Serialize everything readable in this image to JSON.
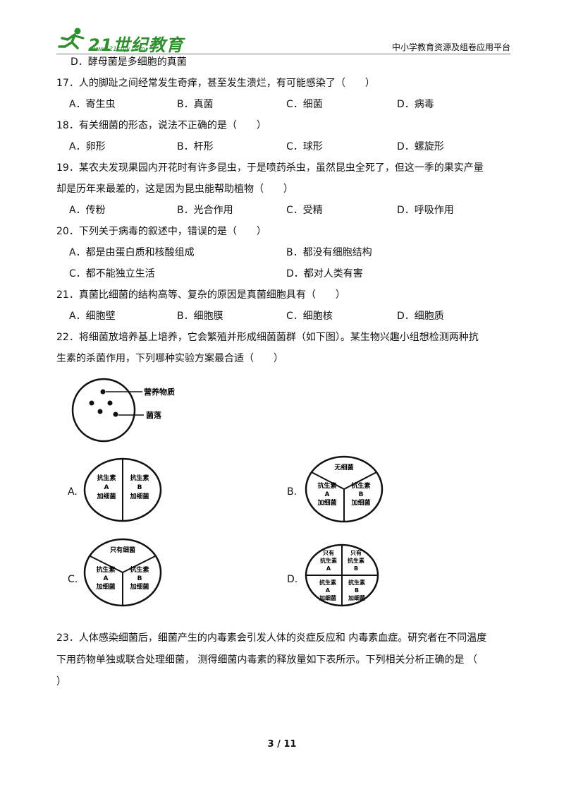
{
  "header": {
    "logo_text": "21世纪教育",
    "logo_url": "www.21cnjy.com",
    "platform": "中小学教育资源及组卷应用平台"
  },
  "q16_tail": {
    "option_d": "D．酵母菌是多细胞的真菌"
  },
  "q17": {
    "stem": "17．人的脚趾之间经常发生奇痒，甚至发生溃烂，有可能感染了（　　）",
    "options": [
      "A．寄生虫",
      "B．真菌",
      "C．细菌",
      "D．病毒"
    ]
  },
  "q18": {
    "stem": "18．有关细菌的形态，说法不正确的是（　　）",
    "options": [
      "A．卵形",
      "B．杆形",
      "C．球形",
      "D．螺旋形"
    ]
  },
  "q19": {
    "stem_line1": "19．某农夫发现果园内开花时有许多昆虫，于是喷药杀虫，虽然昆虫全死了，但这一季的果实产量",
    "stem_line2": "却是历年来最差的，这是因为昆虫能帮助植物（　　）",
    "options": [
      "A．传粉",
      "B．光合作用",
      "C．受精",
      "D．呼吸作用"
    ]
  },
  "q20": {
    "stem": "20．下列关于病毒的叙述中，错误的是（　　）",
    "options": [
      "A．都是由蛋白质和核酸组成",
      "B．都没有细胞结构",
      "C．都不能独立生活",
      "D．都对人类有害"
    ]
  },
  "q21": {
    "stem": "21．真菌比细菌的结构高等、复杂的原因是真菌细胞具有（　　）",
    "options": [
      "A．细胞壁",
      "B．细胞膜",
      "C．细胞核",
      "D．细胞质"
    ]
  },
  "q22": {
    "stem_line1": "22．将细菌放培养基上培养，它会繁殖并形成细菌菌群（如下图）。某生物兴趣小组想检测两种抗",
    "stem_line2": "生素的杀菌作用，下列哪种实验方案最合适（　　）",
    "figure": {
      "label_nutrient": "营养物质",
      "label_colony": "菌落"
    },
    "option_letters": [
      "A.",
      "B.",
      "C.",
      "D."
    ],
    "dish_text": {
      "antibiotic": "抗生素",
      "a": "A",
      "b": "B",
      "add_bacteria": "加细菌",
      "no_bacteria": "无细菌",
      "only_bacteria": "只有细菌",
      "only": "只有"
    }
  },
  "q23": {
    "stem_line1": "23．人体感染细菌后，细菌产生的内毒素会引发人体的炎症反应和 内毒素血症。研究者在不同温度",
    "stem_line2": "下用药物单独或联合处理细菌， 测得细菌内毒素的释放量如下表所示。下列相关分析正确的是 （",
    "stem_line3": "）"
  },
  "footer": {
    "page": "3 / 11"
  }
}
